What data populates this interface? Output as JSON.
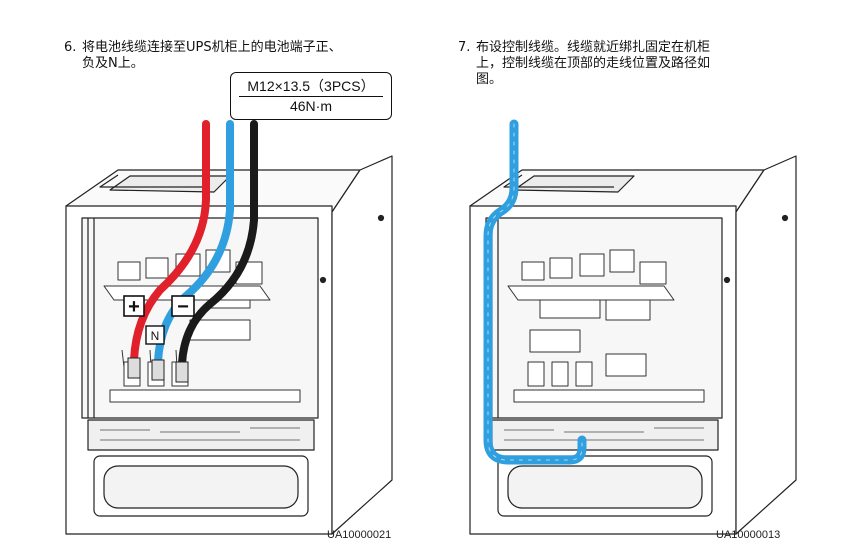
{
  "steps": [
    {
      "num": "6.",
      "line1": "将电池线缆连接至UPS机柜上的电池端子正、",
      "line2": "负及N上。"
    },
    {
      "num": "7.",
      "line1": "布设控制线缆。线缆就近绑扎固定在机柜",
      "line2": "上，控制线缆在顶部的走线位置及路径如",
      "line3": "图。"
    }
  ],
  "torque_label": {
    "spec": "M12×13.5（3PCS）",
    "value": "46N·m"
  },
  "terminal_marks": {
    "plus": "+",
    "minus": "−",
    "neutral": "N"
  },
  "figure_codes": [
    "UA10000021",
    "UA10000013"
  ],
  "cable_colors": {
    "positive": "#e0202a",
    "neutral": "#2f9fe0",
    "negative": "#1a1a1a",
    "control": "#2f9fe0"
  }
}
